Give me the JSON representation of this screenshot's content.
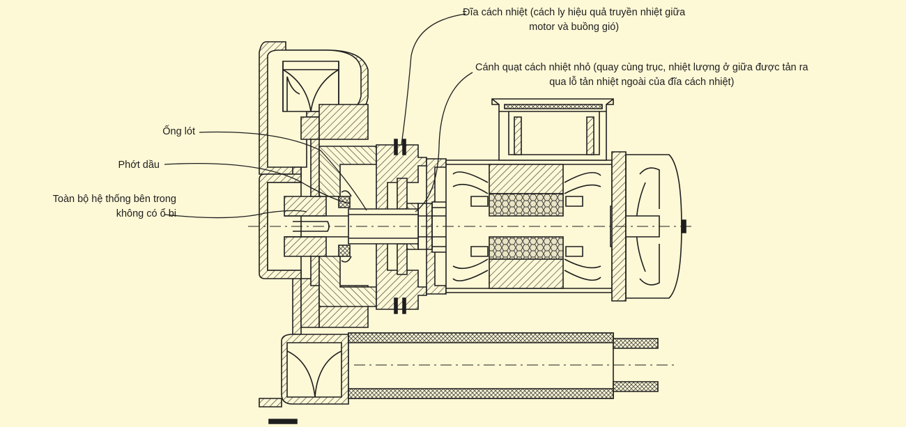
{
  "colors": {
    "background": "#fdf8d6",
    "ink": "#1e1e1e",
    "hatch": "#3a3a3a",
    "coil": "#bdbdbd"
  },
  "labels": {
    "disc": {
      "line1": "Đĩa cách nhiệt (cách ly hiệu quả truyền nhiệt giữa",
      "line2": "motor và buồng gió)"
    },
    "fan": {
      "line1": "Cánh quạt cách nhiệt nhỏ (quay cùng trục, nhiệt lượng ở giữa được tản ra",
      "line2": "qua lỗ tản nhiệt ngoài của đĩa cách nhiệt)"
    },
    "sleeve": {
      "line1": "Ống lót"
    },
    "seal": {
      "line1": "Phớt dầu"
    },
    "system": {
      "line1": "Toàn bộ hệ thống bên trong",
      "line2": "không có ổ bi"
    }
  }
}
